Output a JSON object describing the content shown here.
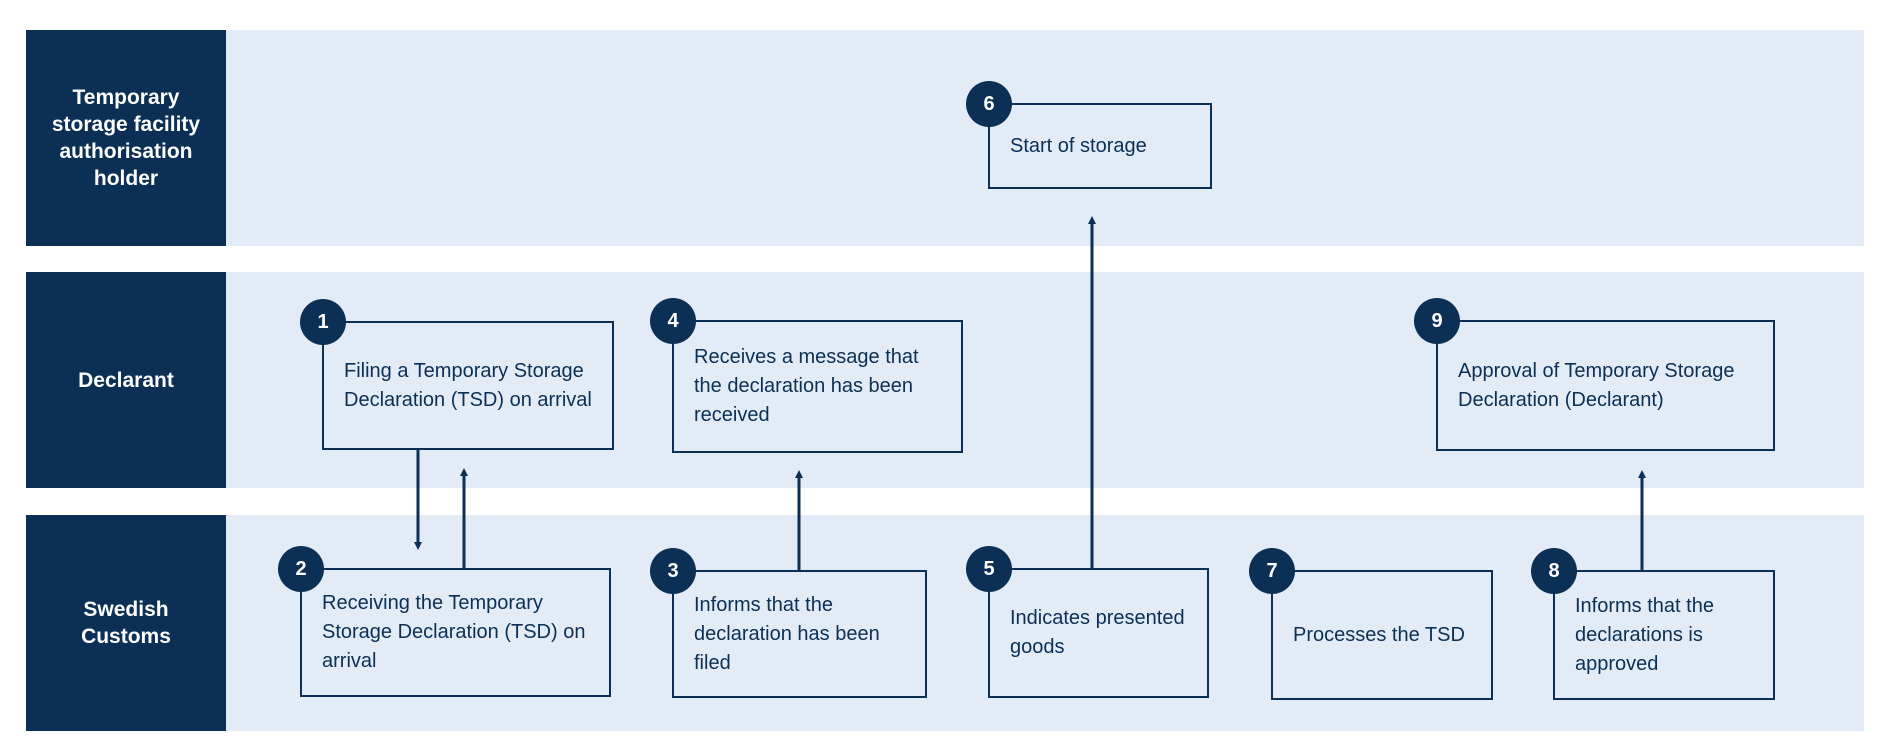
{
  "lanes": [
    {
      "label": "Temporary storage facility authorisation holder"
    },
    {
      "label": "Declarant"
    },
    {
      "label": "Swedish Customs"
    }
  ],
  "steps": [
    {
      "number": "1",
      "text": "Filing a Temporary Storage Declaration (TSD) on arrival"
    },
    {
      "number": "2",
      "text": "Receiving the Temporary Storage Declaration (TSD) on arrival"
    },
    {
      "number": "3",
      "text": "Informs that the declaration has been filed"
    },
    {
      "number": "4",
      "text": "Receives a message that the declaration has been received"
    },
    {
      "number": "5",
      "text": "Indicates presented goods"
    },
    {
      "number": "6",
      "text": "Start of storage"
    },
    {
      "number": "7",
      "text": "Processes the TSD"
    },
    {
      "number": "8",
      "text": "Informs that the declarations is approved"
    },
    {
      "number": "9",
      "text": "Approval of Temporary Storage Declaration (Declarant)"
    }
  ],
  "colors": {
    "dark": "#0b2f55",
    "lane": "#e3ebf6"
  }
}
